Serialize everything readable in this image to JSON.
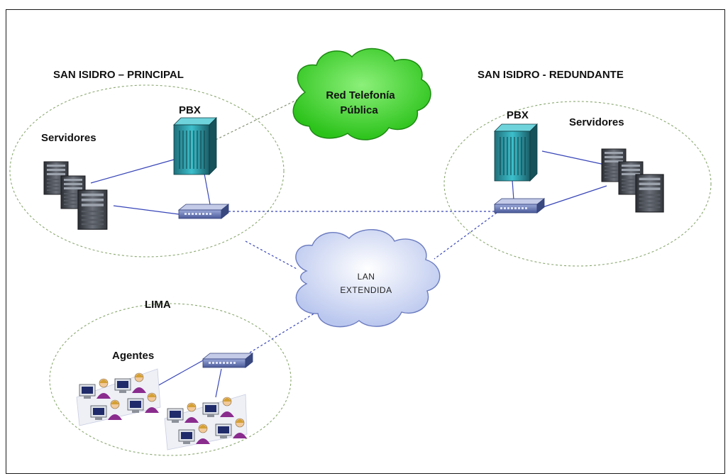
{
  "zones": {
    "principal": {
      "title": "SAN ISIDRO – PRINCIPAL",
      "servers_label": "Servidores",
      "pbx_label": "PBX"
    },
    "redundante": {
      "title": "SAN ISIDRO - REDUNDANTE",
      "servers_label": "Servidores",
      "pbx_label": "PBX"
    },
    "lima": {
      "title": "LIMA",
      "agents_label": "Agentes"
    }
  },
  "clouds": {
    "pstn": {
      "line1": "Red Telefonía",
      "line2": "Pública",
      "color": "#39d62a"
    },
    "lan": {
      "line1": "LAN",
      "line2": "EXTENDIDA",
      "color": "#cfd8f4"
    }
  },
  "colors": {
    "link": "#3846b8",
    "zone_outline": "#8aa870",
    "pbx": "#27a6b4"
  }
}
